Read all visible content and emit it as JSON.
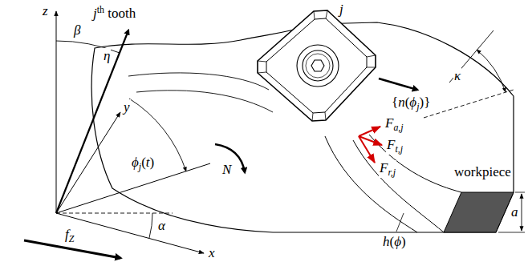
{
  "diagram": {
    "labels": [
      "jth tooth",
      "j",
      "κ",
      "{n(ϕj)}",
      "Fa,j",
      "Ft,j",
      "Fr,j",
      "workpiece",
      "z",
      "β",
      "η",
      "y",
      "ϕj(t)",
      "N",
      "α",
      "fZ",
      "x",
      "h(ϕ)",
      "a"
    ]
  }
}
